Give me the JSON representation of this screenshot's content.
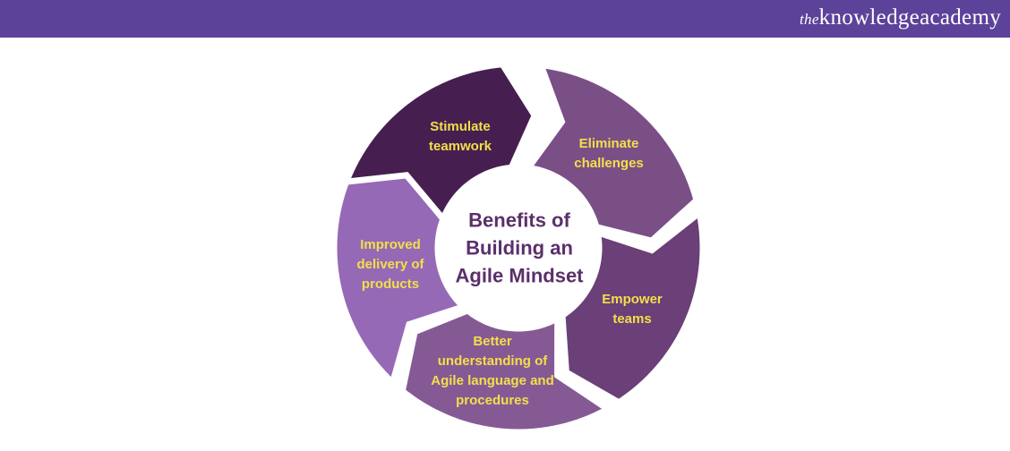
{
  "header": {
    "logo_prefix": "the",
    "logo_text": "knowledgeacademy"
  },
  "diagram": {
    "center_title": [
      "Benefits of",
      "Building an",
      "Agile Mindset"
    ],
    "segments": [
      {
        "lines": [
          "Stimulate",
          "teamwork"
        ],
        "color": "#461f50"
      },
      {
        "lines": [
          "Eliminate",
          "challenges"
        ],
        "color": "#7a4f86"
      },
      {
        "lines": [
          "Empower",
          "teams"
        ],
        "color": "#6b3f78"
      },
      {
        "lines": [
          "Better",
          "understanding of",
          "Agile language and",
          "procedures"
        ],
        "color": "#855a94"
      },
      {
        "lines": [
          "Improved",
          "delivery of",
          "products"
        ],
        "color": "#9669b6"
      }
    ],
    "text_color": "#f3df4a",
    "center_color": "#5b2f6b"
  }
}
